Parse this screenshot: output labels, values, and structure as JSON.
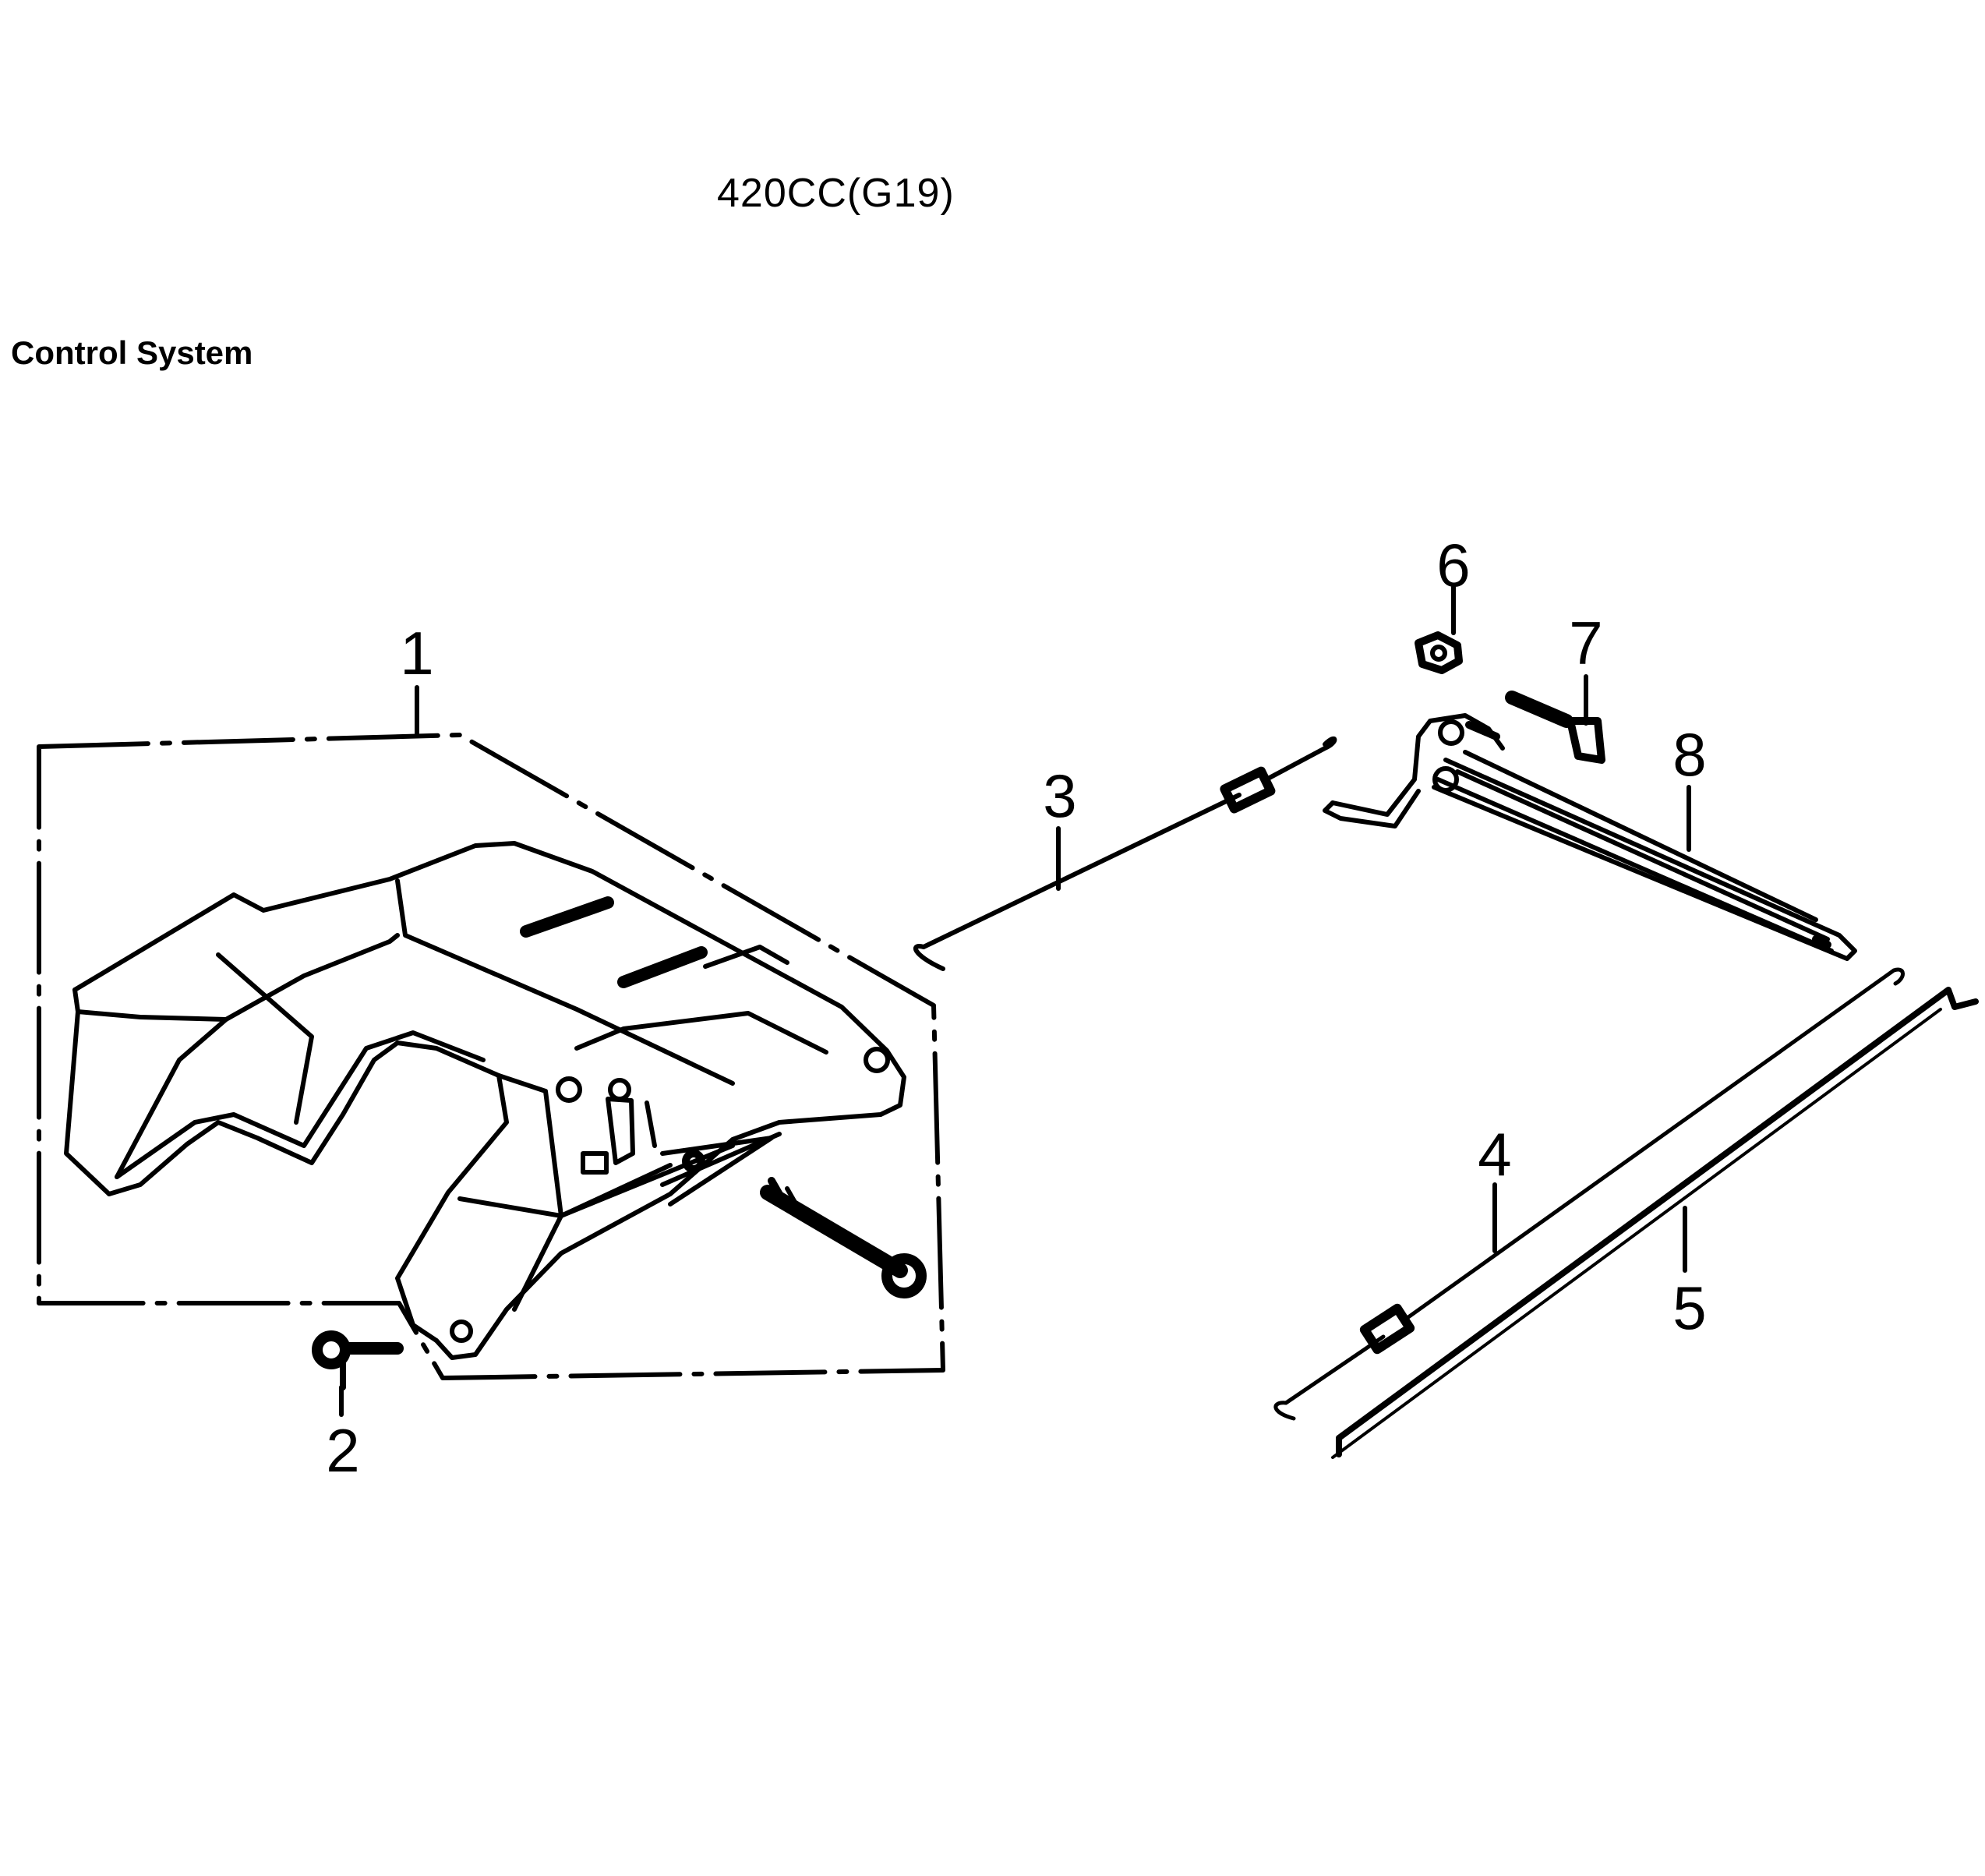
{
  "header": {
    "model": "420CC(G19)",
    "section": "Control System"
  },
  "callouts": [
    "1",
    "2",
    "3",
    "4",
    "5",
    "6",
    "7",
    "8"
  ],
  "colors": {
    "ink": "#000000",
    "paper": "#ffffff"
  }
}
